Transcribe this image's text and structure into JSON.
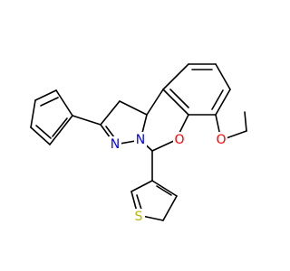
{
  "molecule": {
    "atoms": {
      "O_ring": "O",
      "O_methoxy": "O",
      "N1": "N",
      "N2": "N",
      "S": "S"
    },
    "colors": {
      "bond": "#000000",
      "oxygen": "#ff0000",
      "nitrogen": "#0000ff",
      "sulfur": "#b8b800"
    }
  }
}
